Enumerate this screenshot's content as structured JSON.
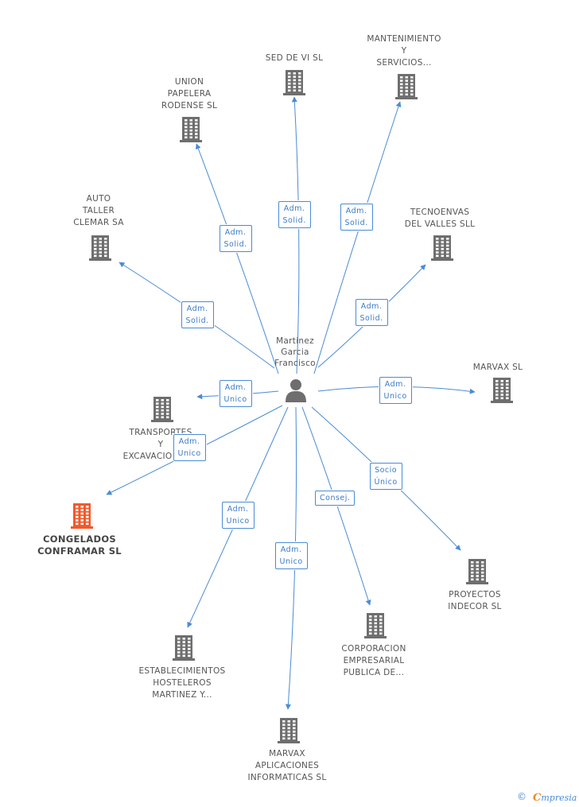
{
  "person": {
    "label": "Martinez\nGarcia\nFrancisco",
    "icon": "person-icon"
  },
  "colors": {
    "building": "#6e6e6e",
    "focus": "#f15a2b",
    "edge": "#4a8bd6",
    "badge_text": "#3a7bc8"
  },
  "nodes": [
    {
      "id": "sed-de-vi",
      "label": "SED DE VI SL",
      "focus": false
    },
    {
      "id": "mantenimiento",
      "label": "MANTENIMIENTO\nY\nSERVICIOS...",
      "focus": false
    },
    {
      "id": "union-papelera",
      "label": "UNION\nPAPELERA\nRODENSE SL",
      "focus": false
    },
    {
      "id": "auto-taller",
      "label": "AUTO\nTALLER\nCLEMAR SA",
      "focus": false
    },
    {
      "id": "tecnoenvas",
      "label": "TECNOENVAS\nDEL VALLES SLL",
      "focus": false
    },
    {
      "id": "marvax",
      "label": "MARVAX SL",
      "focus": false
    },
    {
      "id": "transportes",
      "label": "TRANSPORTES\nY\nEXCAVACIONES...",
      "focus": false
    },
    {
      "id": "congelados",
      "label": "CONGELADOS\nCONFRAMAR SL",
      "focus": true
    },
    {
      "id": "proyectos",
      "label": "PROYECTOS\nINDECOR  SL",
      "focus": false
    },
    {
      "id": "corporacion",
      "label": "CORPORACION\nEMPRESARIAL\nPUBLICA DE...",
      "focus": false
    },
    {
      "id": "establecimientos",
      "label": "ESTABLECIMIENTOS\nHOSTELEROS\nMARTINEZ Y...",
      "focus": false
    },
    {
      "id": "marvax-aplicaciones",
      "label": "MARVAX\nAPLICACIONES\nINFORMATICAS SL",
      "focus": false
    }
  ],
  "relations": [
    {
      "target": "sed-de-vi",
      "label": "Adm.\nSolid."
    },
    {
      "target": "mantenimiento",
      "label": "Adm.\nSolid."
    },
    {
      "target": "union-papelera",
      "label": "Adm.\nSolid."
    },
    {
      "target": "auto-taller",
      "label": "Adm.\nSolid."
    },
    {
      "target": "tecnoenvas",
      "label": "Adm.\nSolid."
    },
    {
      "target": "marvax",
      "label": "Adm.\nUnico"
    },
    {
      "target": "transportes",
      "label": "Adm.\nUnico"
    },
    {
      "target": "congelados",
      "label": "Adm.\nUnico"
    },
    {
      "target": "proyectos",
      "label": "Socio\nÚnico"
    },
    {
      "target": "corporacion",
      "label": "Consej."
    },
    {
      "target": "establecimientos",
      "label": "Adm.\nUnico"
    },
    {
      "target": "marvax-aplicaciones",
      "label": "Adm.\nUnico"
    }
  ],
  "footer": {
    "copyright": "©",
    "brand_first": "C",
    "brand_rest": "mpresia"
  }
}
